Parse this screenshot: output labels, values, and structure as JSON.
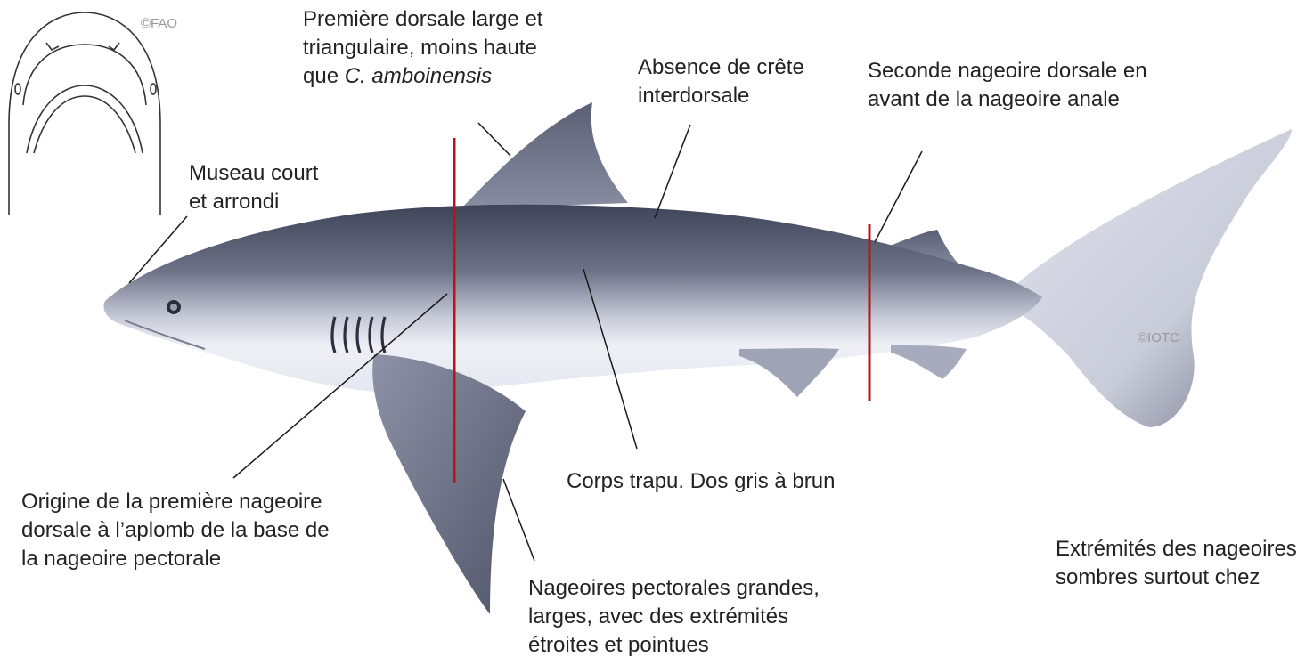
{
  "credits": {
    "fao": "©FAO",
    "iotc": "©IOTC"
  },
  "labels": {
    "first_dorsal": {
      "line1": "Première dorsale large et",
      "line2": "triangulaire, moins haute",
      "line3_prefix": "que ",
      "line3_italic": "C. amboinensis"
    },
    "interdorsal": {
      "line1": "Absence de crête",
      "line2": "interdorsale"
    },
    "second_dorsal": {
      "line1": "Seconde nageoire dorsale en",
      "line2": "avant de la nageoire anale"
    },
    "snout": {
      "line1": "Museau court",
      "line2": "et arrondi"
    },
    "body": {
      "line1": "Corps trapu. Dos gris à brun"
    },
    "origin": {
      "line1": "Origine de la première nageoire",
      "line2": "dorsale à l’aplomb de la base de",
      "line3": "la nageoire pectorale"
    },
    "pectoral": {
      "line1": "Nageoires pectorales grandes,",
      "line2": "larges, avec des extrémités",
      "line3": "étroites et pointues"
    },
    "tips": {
      "line1": "Extrémités des nageoires",
      "line2": "sombres surtout chez"
    }
  },
  "colors": {
    "marker_line": "#b3171b",
    "leader_line": "#1a1a1a",
    "shark_back": "#4a4f63",
    "shark_belly": "#eef0f6"
  }
}
